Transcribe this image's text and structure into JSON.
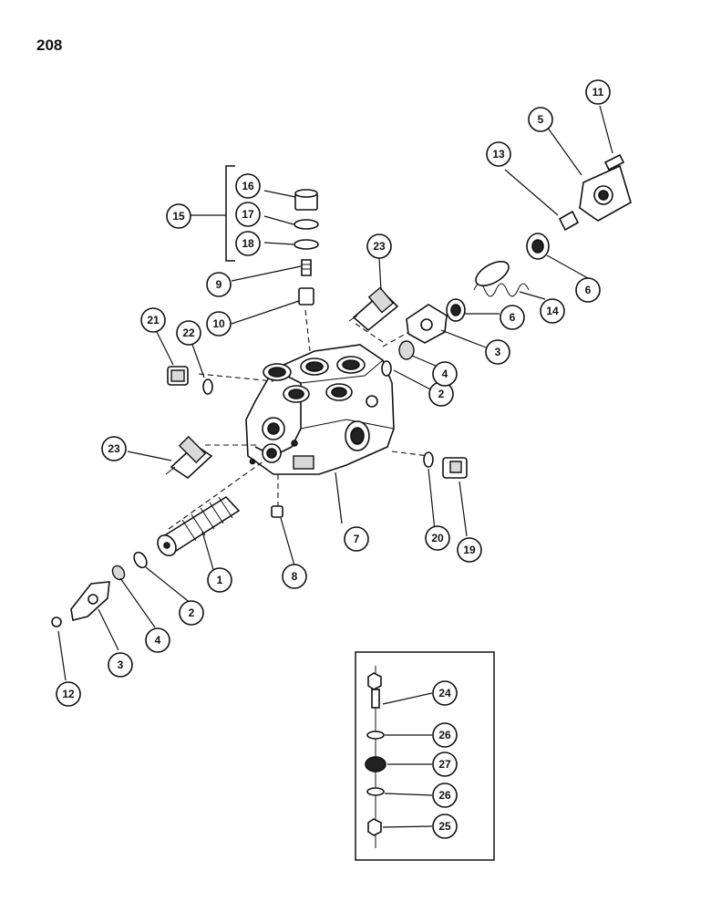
{
  "page": {
    "number": "208"
  },
  "callouts": {
    "c1": "1",
    "c2a": "2",
    "c2b": "2",
    "c3a": "3",
    "c3b": "3",
    "c4a": "4",
    "c4b": "4",
    "c5": "5",
    "c6a": "6",
    "c6b": "6",
    "c7": "7",
    "c8": "8",
    "c9": "9",
    "c10": "10",
    "c11": "11",
    "c12": "12",
    "c13": "13",
    "c14": "14",
    "c15": "15",
    "c16": "16",
    "c17": "17",
    "c18": "18",
    "c19": "19",
    "c20": "20",
    "c21": "21",
    "c22": "22",
    "c23a": "23",
    "c23b": "23",
    "c24": "24",
    "c25": "25",
    "c26a": "26",
    "c26b": "26",
    "c27": "27"
  }
}
